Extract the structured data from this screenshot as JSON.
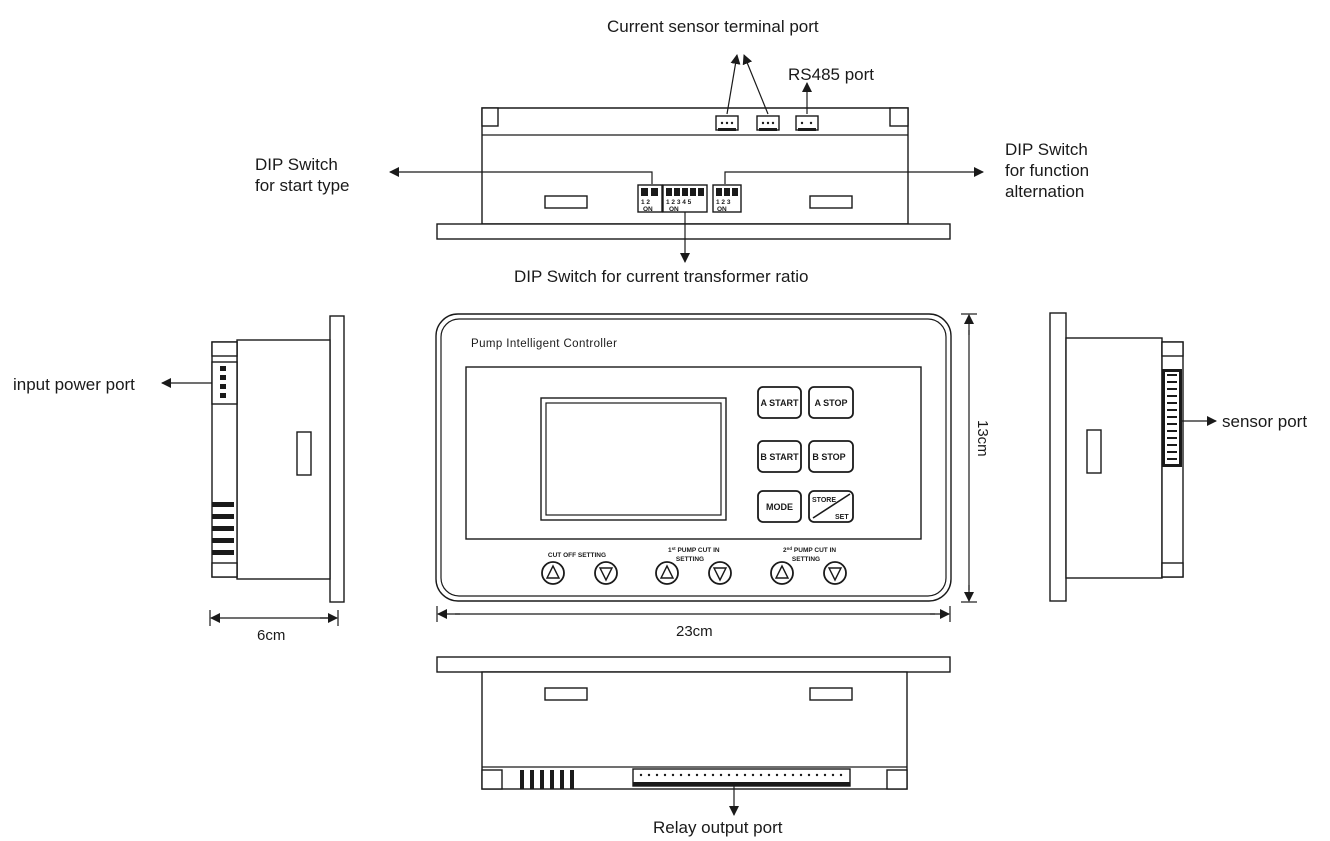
{
  "labels": {
    "current_sensor_port": "Current sensor terminal port",
    "rs485_port": "RS485 port",
    "dip_start_line1": "DIP Switch",
    "dip_start_line2": "for start type",
    "dip_function_line1": "DIP Switch",
    "dip_function_line2": "for function",
    "dip_function_line3": "alternation",
    "dip_ct_ratio": "DIP Switch for current transformer ratio",
    "input_power_port": "input power port",
    "sensor_port": "sensor  port",
    "relay_output_port": "Relay output port"
  },
  "dimensions": {
    "depth": "6cm",
    "width": "23cm",
    "height": "13cm"
  },
  "front_panel": {
    "title": "Pump Intelligent Controller",
    "buttons": {
      "a_start": "A START",
      "a_stop": "A STOP",
      "b_start": "B START",
      "b_stop": "B STOP",
      "mode": "MODE",
      "store": "STORE",
      "set": "SET"
    },
    "settings": {
      "cut_off": "CUT OFF SETTING",
      "pump1_line1": "1",
      "pump1_sup": "st",
      "pump1_line1_rest": " PUMP CUT IN",
      "pump1_line2": "SETTING",
      "pump2_line1": "2",
      "pump2_sup": "nd",
      "pump2_line1_rest": " PUMP CUT IN",
      "pump2_line2": "SETTING"
    }
  },
  "dip_switch_numbers": {
    "a": "1 2",
    "b": "1 2 3 4 5",
    "c": "1 2 3",
    "on": "ON"
  }
}
